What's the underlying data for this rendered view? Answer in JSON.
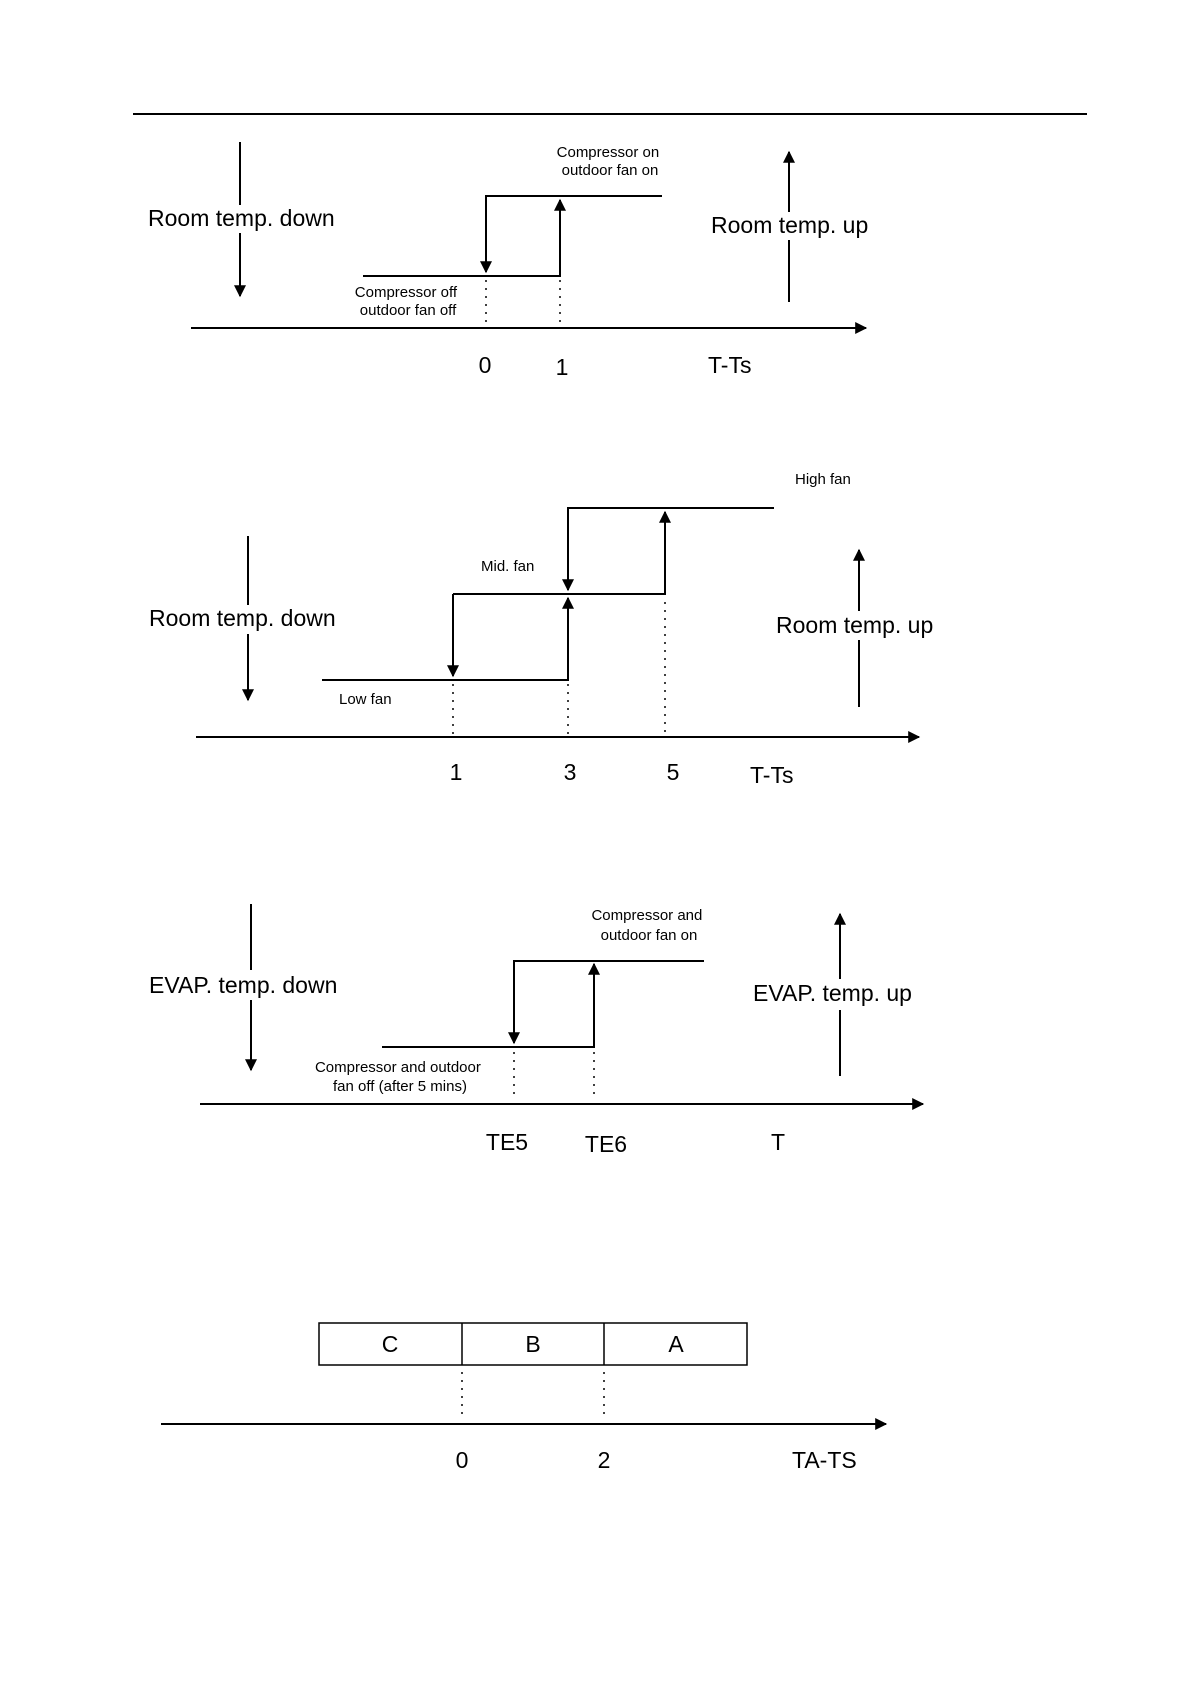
{
  "diagram1": {
    "label_down": "Room temp. down",
    "label_up": "Room temp. up",
    "on_state": [
      "Compressor on",
      "outdoor fan on"
    ],
    "off_state": [
      "Compressor off",
      "outdoor fan off"
    ],
    "ticks": [
      "0",
      "1"
    ],
    "axis_label": "T-Ts"
  },
  "diagram2": {
    "label_down": "Room temp. down",
    "label_up": "Room temp. up",
    "levels": [
      "High fan",
      "Mid. fan",
      "Low fan"
    ],
    "ticks": [
      "1",
      "3",
      "5"
    ],
    "axis_label": "T-Ts"
  },
  "diagram3": {
    "label_down": "EVAP. temp. down",
    "label_up": "EVAP. temp. up",
    "on_state": [
      "Compressor and",
      "outdoor fan on"
    ],
    "off_state": [
      "Compressor and outdoor",
      "fan off (after 5 mins)"
    ],
    "ticks": [
      "TE5",
      "TE6"
    ],
    "axis_label": "T"
  },
  "diagram4": {
    "zones": [
      "C",
      "B",
      "A"
    ],
    "ticks": [
      "0",
      "2"
    ],
    "axis_label": "TA-TS"
  }
}
